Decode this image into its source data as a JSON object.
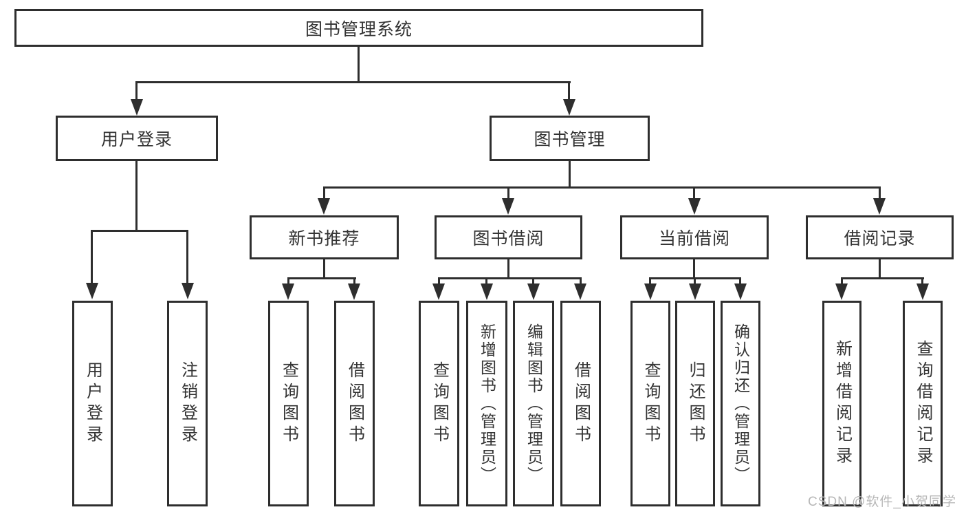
{
  "tree": {
    "label": "图书管理系统",
    "children": [
      {
        "label": "用户登录",
        "children": [
          {
            "label": "用户登录"
          },
          {
            "label": "注销登录"
          }
        ]
      },
      {
        "label": "图书管理",
        "children": [
          {
            "label": "新书推荐",
            "children": [
              {
                "label": "查询图书"
              },
              {
                "label": "借阅图书"
              }
            ]
          },
          {
            "label": "图书借阅",
            "children": [
              {
                "label": "查询图书"
              },
              {
                "label": "新增图书（管理员）"
              },
              {
                "label": "编辑图书（管理员）"
              },
              {
                "label": "借阅图书"
              }
            ]
          },
          {
            "label": "当前借阅",
            "children": [
              {
                "label": "查询图书"
              },
              {
                "label": "归还图书"
              },
              {
                "label": "确认归还（管理员）"
              }
            ]
          },
          {
            "label": "借阅记录",
            "children": [
              {
                "label": "新增借阅记录"
              },
              {
                "label": "查询借阅记录"
              }
            ]
          }
        ]
      }
    ]
  },
  "watermark": {
    "text": "CSDN @软件_小贺同学",
    "color": "#b7b7b7"
  },
  "colors": {
    "line": "#2e2e2e",
    "text": "#333333",
    "background": "#ffffff"
  }
}
